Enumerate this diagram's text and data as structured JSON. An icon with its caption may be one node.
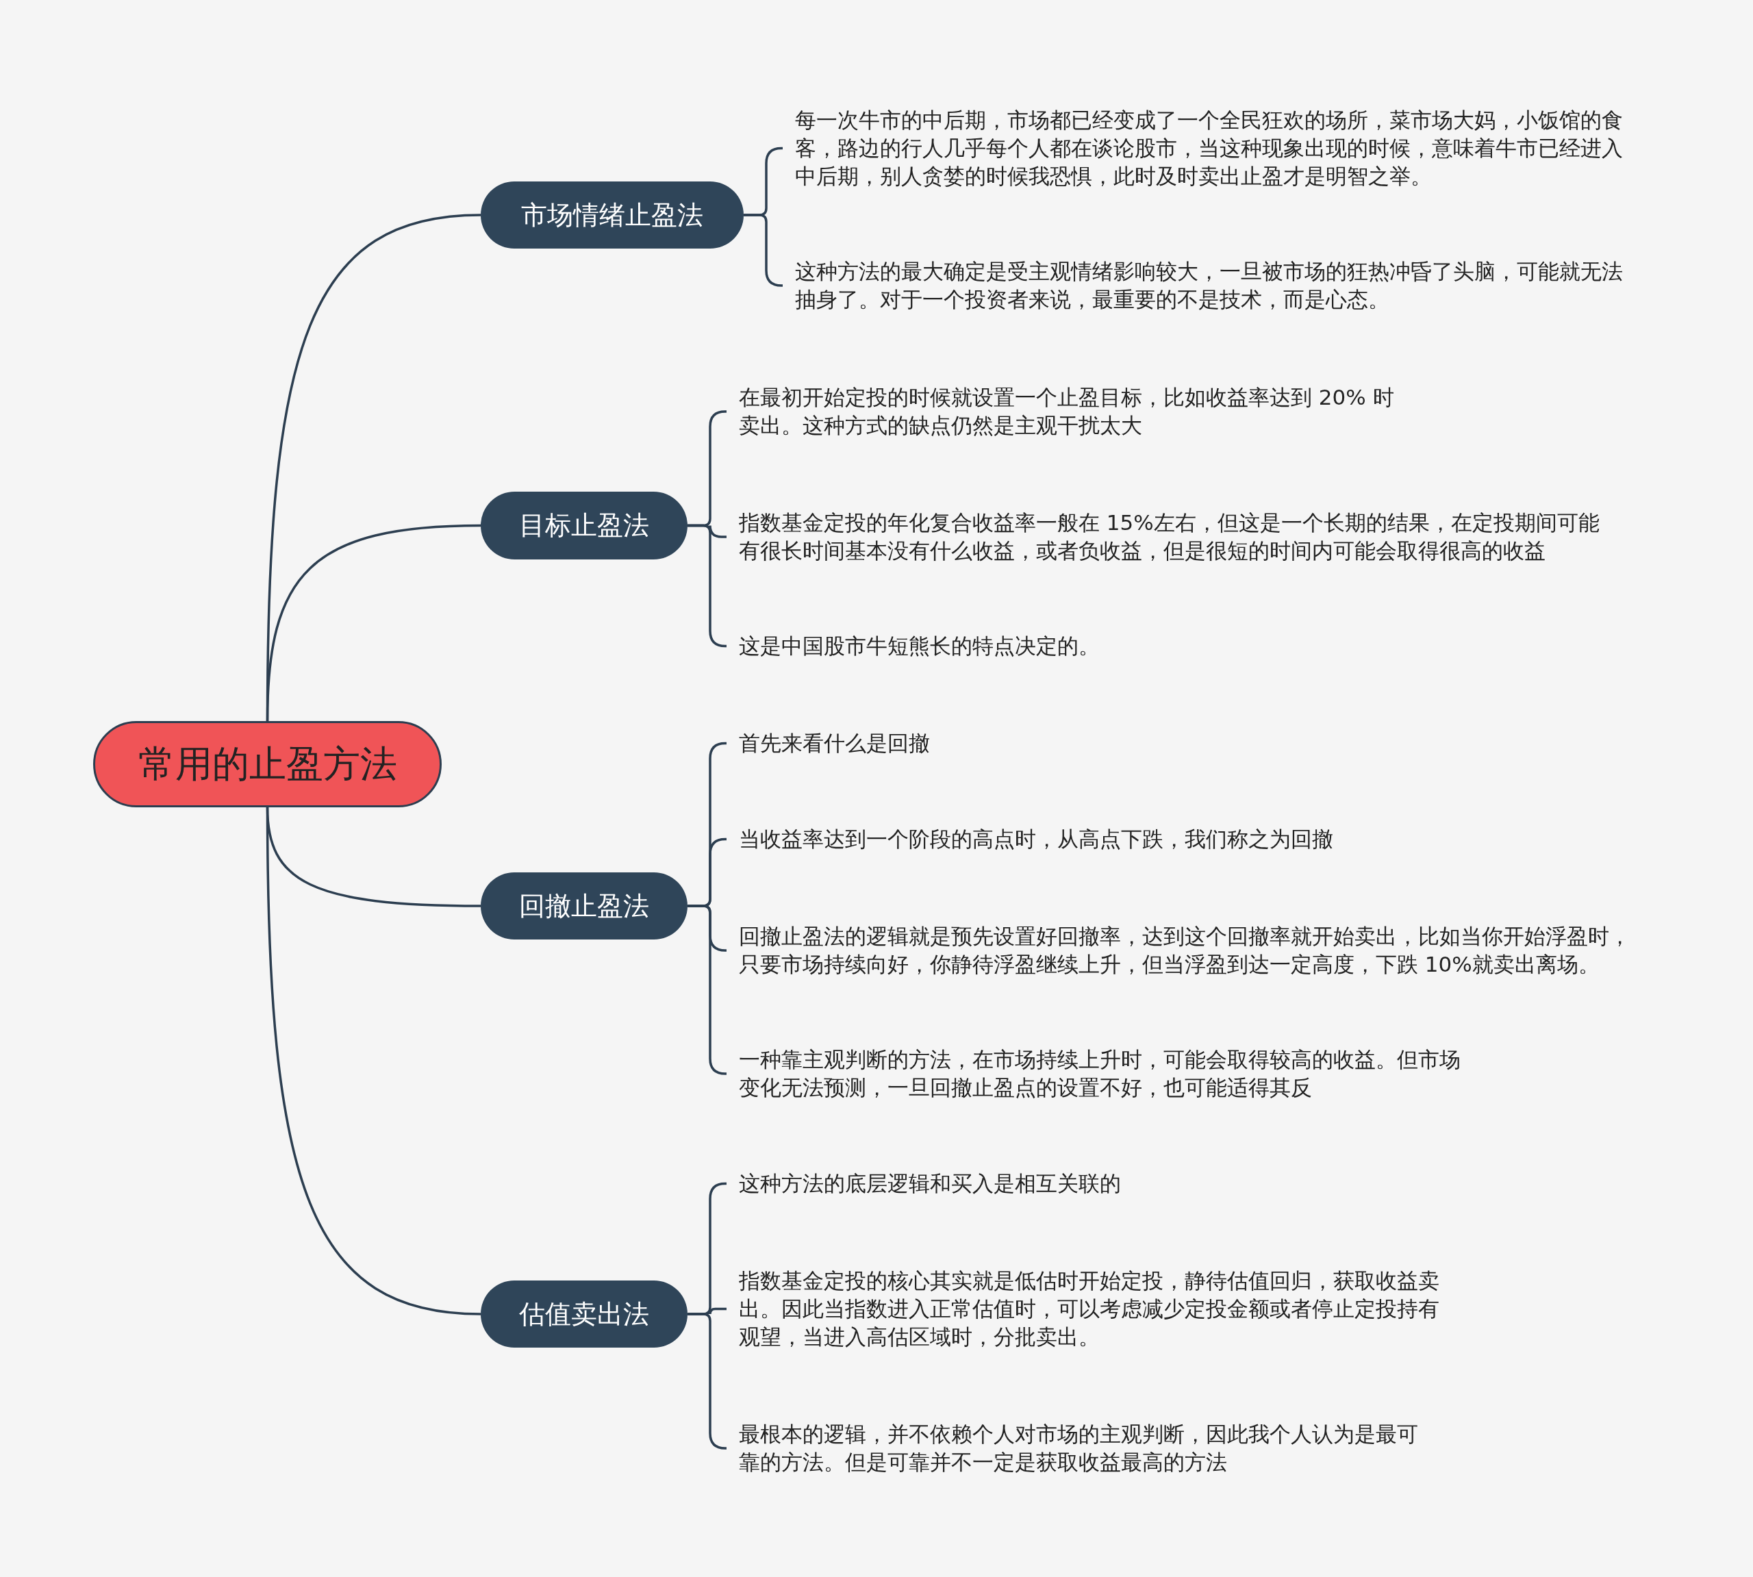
{
  "diagram": {
    "nodes": [
      {
        "text": [
          "常用的止盈方法"
        ]
      },
      {
        "text": [
          "市场情绪止盈法"
        ]
      },
      {
        "text": [
          "每一次牛市的中后期，市场都已经变成了一个全民狂欢的场所，菜市场大妈，小饭馆的食客，路边的行人几乎每个人都在谈论股市，当这种现象出现的时候，意味着牛市已经进入中后期，别人贪婪的时候我恐惧，此时及时卖出止盈才是明智之举。"
        ]
      },
      {
        "text": [
          "这种方法的最大确定是受主观情绪影响较大，一旦被市场的狂热冲昏了头脑，可能就无法抽身了。对于一个投资者来说，最重要的不是技术，而是心态。"
        ]
      },
      {
        "text": [
          "目标止盈法"
        ]
      },
      {
        "text": [
          "在最初开始定投的时候就设置一个止盈目标，比如收益率达到 20% 时卖出。这种方式的缺点仍然是主观干扰太大"
        ]
      },
      {
        "text": [
          "指数基金定投的年化复合收益率一般在 15%左右，但这是一个长期的结果，在定投期间可能有很长时间基本没有什么收益，或者负收益，但是很短的时间内可能会取得很高的收益"
        ]
      },
      {
        "text": [
          "这是中国股市牛短熊长的特点决定的。"
        ]
      },
      {
        "text": [
          "回撤止盈法"
        ]
      },
      {
        "text": [
          "首先来看什么是回撤"
        ]
      },
      {
        "text": [
          "当收益率达到一个阶段的高点时，从高点下跌，我们称之为回撤"
        ]
      },
      {
        "text": [
          "回撤止盈法的逻辑就是预先设置好回撤率，达到这个回撤率就开始卖出，比如当你开始浮盈时，只要市场持续向好，你静待浮盈继续上升，但当浮盈到达一定高度，下跌 10%就卖出离场。"
        ]
      },
      {
        "text": [
          "一种靠主观判断的方法，在市场持续上升时，可能会取得较高的收益。但市场变化无法预测，一旦回撤止盈点的设置不好，也可能适得其反"
        ]
      },
      {
        "text": [
          "估值卖出法"
        ]
      },
      {
        "text": [
          "这种方法的底层逻辑和买入是相互关联的"
        ]
      },
      {
        "text": [
          "指数基金定投的核心其实就是低估时开始定投，静待估值回归，获取收益卖出。因此当指数进入正常估值时，可以考虑减少定投金额或者停止定投持有观望，当进入高估区域时，分批卖出。"
        ]
      },
      {
        "text": [
          "最根本的逻辑，并不依赖个人对市场的主观判断，因此我个人认为是最可靠的方法。但是可靠并不一定是获取收益最高的方法"
        ]
      }
    ],
    "edges": [
      {
        "from": 0,
        "to": 1,
        "arrow": "none"
      },
      {
        "from": 0,
        "to": 4,
        "arrow": "none"
      },
      {
        "from": 0,
        "to": 8,
        "arrow": "none"
      },
      {
        "from": 0,
        "to": 13,
        "arrow": "none"
      },
      {
        "from": 1,
        "to": 2,
        "arrow": "none"
      },
      {
        "from": 1,
        "to": 3,
        "arrow": "none"
      },
      {
        "from": 4,
        "to": 5,
        "arrow": "none"
      },
      {
        "from": 4,
        "to": 6,
        "arrow": "none"
      },
      {
        "from": 4,
        "to": 7,
        "arrow": "none"
      },
      {
        "from": 8,
        "to": 9,
        "arrow": "none"
      },
      {
        "from": 8,
        "to": 10,
        "arrow": "none"
      },
      {
        "from": 8,
        "to": 11,
        "arrow": "none"
      },
      {
        "from": 8,
        "to": 12,
        "arrow": "none"
      },
      {
        "from": 13,
        "to": 14,
        "arrow": "none"
      },
      {
        "from": 13,
        "to": 15,
        "arrow": "none"
      },
      {
        "from": 13,
        "to": 16,
        "arrow": "none"
      }
    ]
  }
}
